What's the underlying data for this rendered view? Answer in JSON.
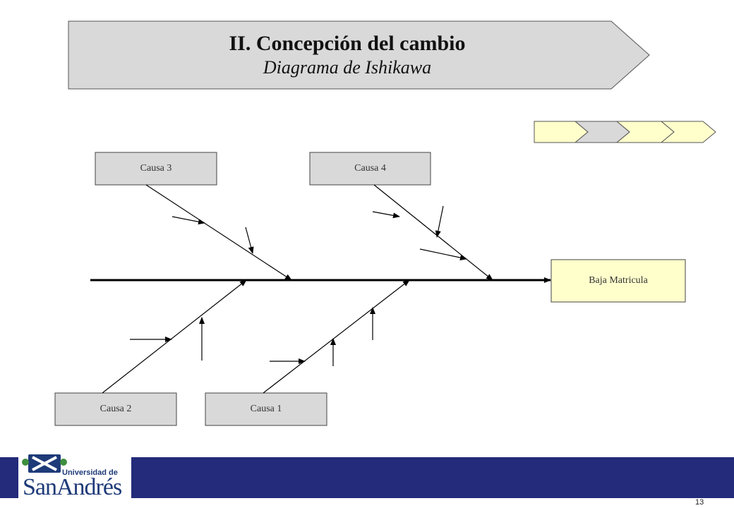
{
  "title": {
    "main": "II. Concepción del cambio",
    "sub": "Diagrama de Ishikawa"
  },
  "effect": {
    "label": "Baja Matricula"
  },
  "causes": {
    "c1": "Causa 1",
    "c2": "Causa 2",
    "c3": "Causa 3",
    "c4": "Causa 4"
  },
  "progress": {
    "steps": 4,
    "current": 2
  },
  "logo": {
    "line1": "Universidad de",
    "line2": "SanAndrés"
  },
  "page_number": "13",
  "colors": {
    "title_fill": "#d9d9d9",
    "cause_fill": "#d9d9d9",
    "effect_fill": "#ffffcc",
    "step_fill": "#ffffcc",
    "step_active": "#d9d9d9",
    "footer": "#232b7a",
    "logo_accent": "#1e3a78"
  }
}
